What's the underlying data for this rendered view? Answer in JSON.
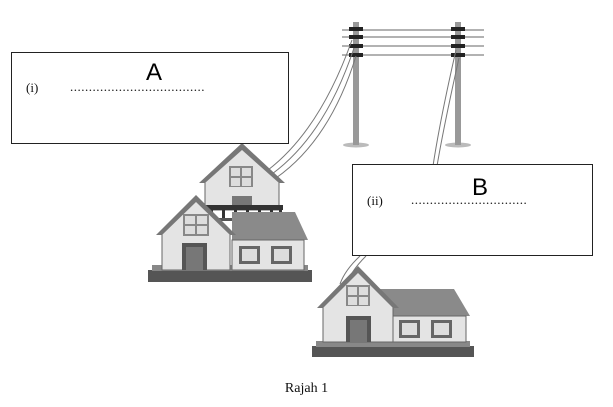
{
  "labels": {
    "a": {
      "roman": "(i)",
      "dots": "....................................",
      "letter": "A"
    },
    "b": {
      "roman": "(ii)",
      "dots": "...............................",
      "letter": "B"
    }
  },
  "caption": "Rajah 1"
}
